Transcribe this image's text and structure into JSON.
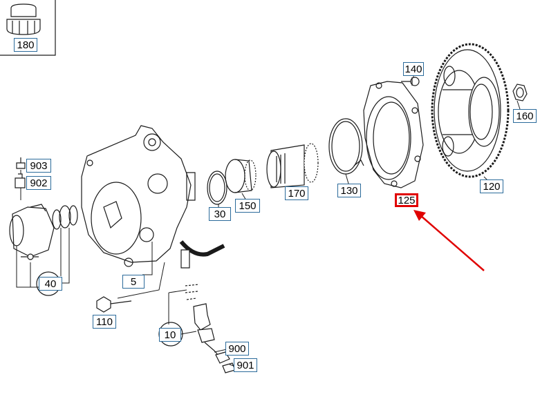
{
  "callouts": {
    "p180": "180",
    "p140": "140",
    "p160": "160",
    "p903": "903",
    "p902": "902",
    "p30": "30",
    "p150": "150",
    "p170": "170",
    "p130": "130",
    "p125": "125",
    "p120": "120",
    "p40": "40",
    "p5": "5",
    "p110": "110",
    "p10": "10",
    "p900": "900",
    "p901": "901"
  },
  "highlight": {
    "part": "125",
    "color": "#e00000"
  },
  "colors": {
    "line": "#1a1a1a",
    "callout_border": "#2a6a9a"
  }
}
